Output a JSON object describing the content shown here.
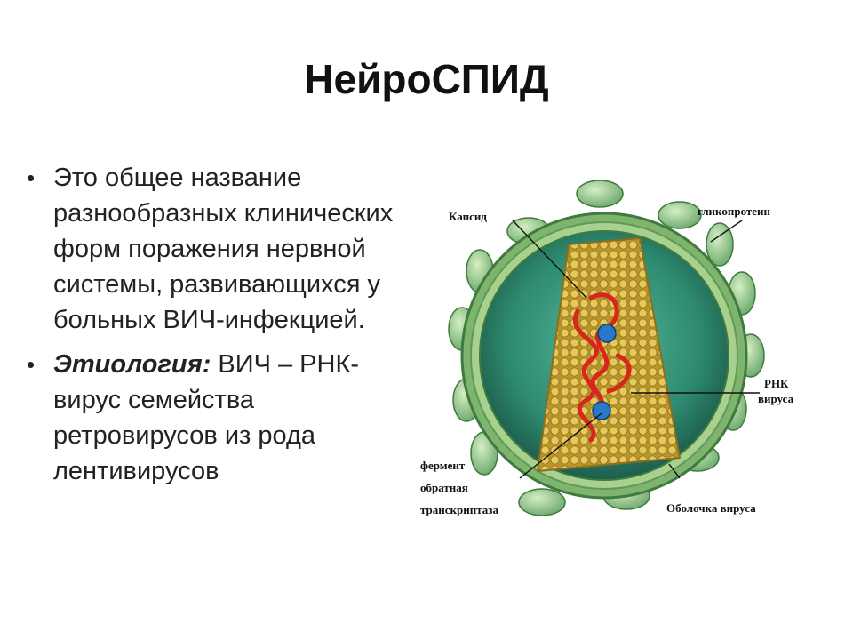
{
  "slide": {
    "title": "НейроСПИД",
    "bullets": [
      {
        "text": "Это общее название разнообразных клинических форм поражения нервной системы, развивающихся у больных ВИЧ-инфекцией."
      },
      {
        "term": "Этиология:",
        "text": " ВИЧ – РНК-вирус семейства ретровирусов из рода лентивирусов"
      }
    ]
  },
  "figure": {
    "labels": {
      "capsid": "Капсид",
      "glycoproteins": "гликопротеин",
      "rna_line1": "РНК",
      "rna_line2": "вируса",
      "enzyme_line1": "фермент",
      "enzyme_line2": "обратная",
      "enzyme_line3": "транскриптаза",
      "envelope": "Оболочка вируса"
    },
    "colors": {
      "envelope": "#6aa86a",
      "interior": "#2e8a70",
      "capsid": "#c9a93a",
      "rna": "#d8261e",
      "enzyme": "#2a78c8"
    }
  }
}
